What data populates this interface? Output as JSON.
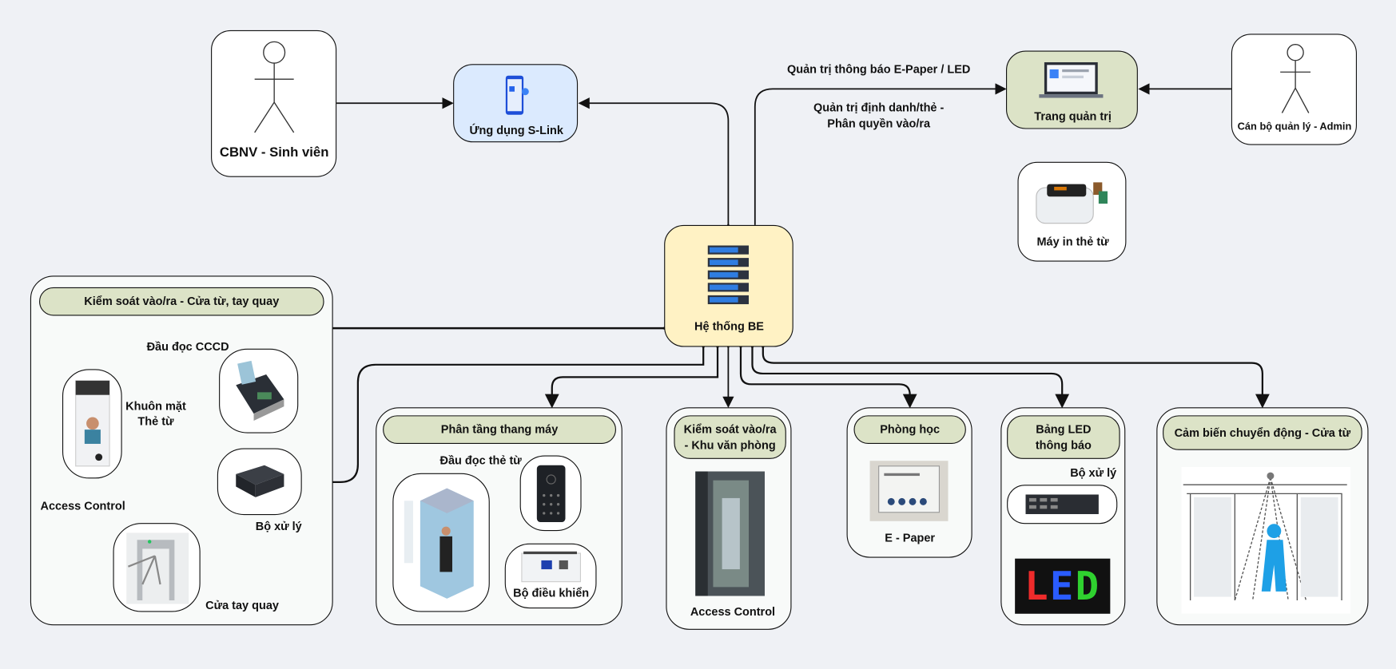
{
  "actors": {
    "user": {
      "label": "CBNV - Sinh viên"
    },
    "admin": {
      "label": "Cán bộ quản lý - Admin"
    }
  },
  "nodes": {
    "slink": {
      "label": "Ứng dụng S-Link",
      "color": "#dbeafe"
    },
    "admin_portal": {
      "label": "Trang quản trị",
      "color": "#dce3c7"
    },
    "card_printer": {
      "label": "Máy in thẻ từ"
    },
    "backend": {
      "label": "Hệ thống BE",
      "color": "#fff2c4"
    }
  },
  "edge_labels": {
    "epaper_led": "Quản trị thông báo E-Paper / LED",
    "identity_line1": "Quản trị định danh/thẻ -",
    "identity_line2": "Phân quyền vào/ra"
  },
  "groups": {
    "gate": {
      "title": "Kiểm soát vào/ra - Cửa từ, tay quay",
      "cccd_reader": "Đầu đọc CCCD",
      "face_line1": "Khuôn mặt",
      "face_line2": "Thẻ từ",
      "access_control": "Access Control",
      "processor": "Bộ xử lý",
      "turnstile": "Cửa tay quay"
    },
    "elevator": {
      "title": "Phân tầng thang máy",
      "card_reader": "Đầu đọc thẻ từ",
      "controller": "Bộ điều khiển"
    },
    "office": {
      "title_line1": "Kiểm soát vào/ra",
      "title_line2": "- Khu văn phòng",
      "access_control": "Access Control"
    },
    "classroom": {
      "title": "Phòng học",
      "epaper": "E - Paper"
    },
    "led": {
      "title_line1": "Bảng LED",
      "title_line2": "thông báo",
      "processor": "Bộ xử lý",
      "led_text": "LED"
    },
    "sensor": {
      "title": "Cảm biến chuyển động - Cửa từ"
    }
  },
  "colors": {
    "background": "#eff1f5",
    "pill": "#dce3c7",
    "line": "#111111"
  }
}
